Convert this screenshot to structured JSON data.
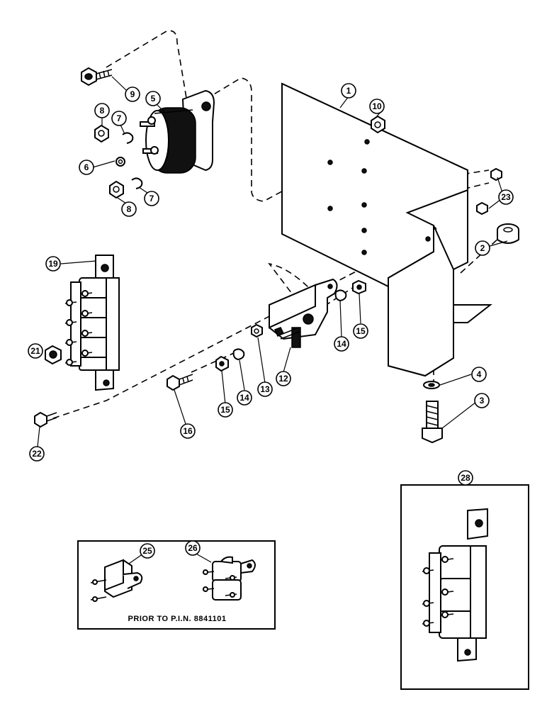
{
  "callouts": {
    "c1": "1",
    "c2": "2",
    "c3": "3",
    "c4": "4",
    "c5": "5",
    "c6": "6",
    "c7a": "7",
    "c7b": "7",
    "c8a": "8",
    "c8b": "8",
    "c9": "9",
    "c10": "10",
    "c12": "12",
    "c13": "13",
    "c14a": "14",
    "c14b": "14",
    "c15a": "15",
    "c15b": "15",
    "c16": "16",
    "c19": "19",
    "c21": "21",
    "c22": "22",
    "c23": "23",
    "c25": "25",
    "c26": "26",
    "c28": "28"
  },
  "inset_caption": "PRIOR TO P.I.N. 8841101"
}
